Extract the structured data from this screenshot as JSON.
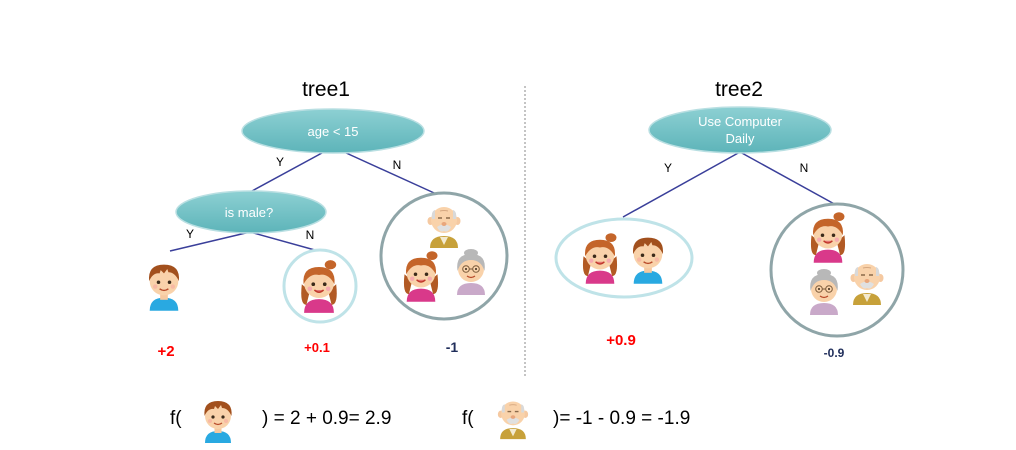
{
  "tree1": {
    "title": "tree1",
    "root": "age < 15",
    "child": "is male?",
    "edges": {
      "root_yes": "Y",
      "root_no": "N",
      "child_yes": "Y",
      "child_no": "N"
    },
    "scores": {
      "leaf1": "+2",
      "leaf2": "+0.1",
      "leaf3": "-1"
    }
  },
  "tree2": {
    "title": "tree2",
    "root_line1": "Use Computer",
    "root_line2": "Daily",
    "edges": {
      "yes": "Y",
      "no": "N"
    },
    "scores": {
      "leaf1": "+0.9",
      "leaf2": "-0.9"
    }
  },
  "formula1": {
    "prefix": "f(",
    "suffix": ") = 2 + 0.9= 2.9"
  },
  "formula2": {
    "prefix": "f(",
    "suffix": ")= -1 - 0.9 = -1.9"
  },
  "colors": {
    "node_fill": "#6fc2c6",
    "edge": "#3a3f9a",
    "score_red": "#ff0000",
    "score_navy": "#1f2d5a",
    "leaf_circle_light": "#bfe3e8",
    "leaf_circle_gray": "#8fa5a8"
  },
  "icons": [
    "boy-icon",
    "girl-icon",
    "grandpa-icon",
    "grandma-icon"
  ]
}
